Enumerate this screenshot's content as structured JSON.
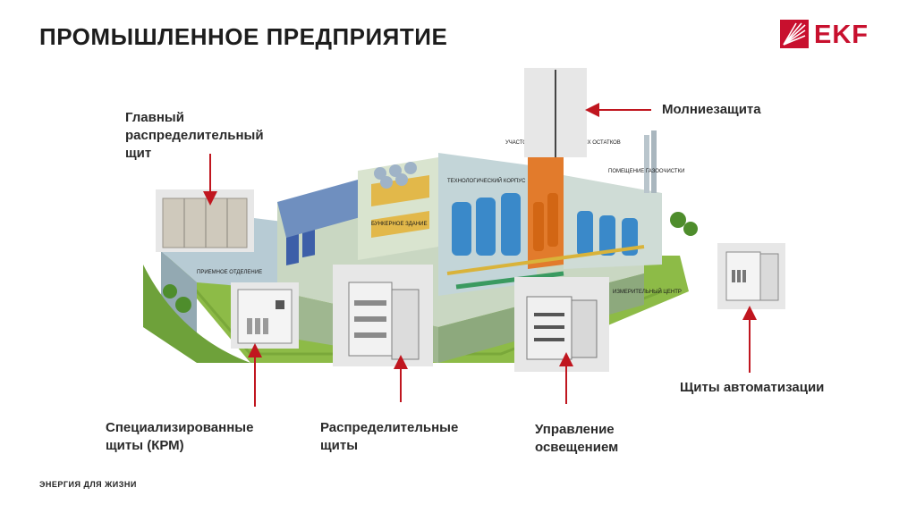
{
  "title": "ПРОМЫШЛЕННОЕ ПРЕДПРИЯТИЕ",
  "logo": {
    "text": "EKF",
    "color": "#c8102e"
  },
  "labels": {
    "main_switchboard": "Главный\nраспределительный\nщит",
    "lightning": "Молниезащита",
    "specialized": "Специализированные\nщиты (КРМ)",
    "distribution": "Распределительные\nщиты",
    "lighting": "Управление\nосвещением",
    "automation": "Щиты автоматизации"
  },
  "plant_labels": {
    "reception": "ПРИЕМНОЕ ОТДЕЛЕНИЕ",
    "bunker": "БУНКЕРНОЕ ЗДАНИЕ",
    "tech": "ТЕХНОЛОГИЧЕСКИЙ КОРПУС",
    "gas": "ПОМЕЩЕНИЕ ГАЗООЧИСТКИ",
    "measure": "ИЗМЕРИТЕЛЬНЫЙ ЦЕНТР",
    "solid": "УЧАСТОК ОБРАБОТКИ ТВЕРДЫХ ОСТАТКОВ"
  },
  "footer": "ЭНЕРГИЯ ДЛЯ ЖИЗНИ",
  "colors": {
    "arrow": "#c0161f",
    "accent": "#c8102e"
  }
}
